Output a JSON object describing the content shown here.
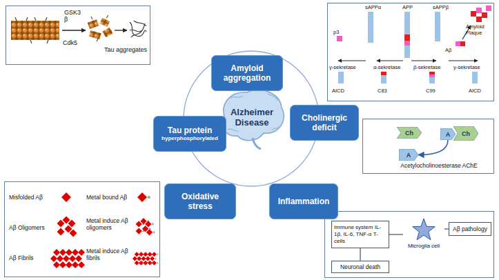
{
  "diagram": {
    "nodes": [
      {
        "text": [
          "GSK3 β",
          "Cdk5",
          "Tau aggregates"
        ]
      },
      {
        "text": [
          "Amyloid aggregation"
        ]
      },
      {
        "text": [
          "sAPPα",
          "APP",
          "sAPPβ",
          "Amyloid Plaque",
          "p3",
          "Aβ",
          "γ-sekretase",
          "α-sekretase",
          "β-sekretase",
          "γ-sekretase",
          "AICD",
          "C83",
          "C99",
          "AICD"
        ]
      },
      {
        "text": [
          "Tau protein",
          "hyperphosphorylated"
        ]
      },
      {
        "text": [
          "Alzheimer Disease"
        ]
      },
      {
        "text": [
          "Cholinergic deficit"
        ]
      },
      {
        "text": [
          "Acetylocholinoesterase AChE"
        ]
      },
      {
        "text": [
          "Ch"
        ],
        "in": 6
      },
      {
        "text": [
          "A"
        ],
        "in": 6
      },
      {
        "text": [
          "Ch"
        ],
        "in": 6
      },
      {
        "text": [
          "A"
        ],
        "in": 6
      },
      {
        "text": [
          "Oxidative stress"
        ]
      },
      {
        "text": [
          "Inflammation"
        ]
      },
      {
        "text": [
          "Misfolded Aβ",
          "Metal bound Aβ",
          "Aβ Oligomers",
          "Metal induce Aβ oligomers",
          "Aβ Fibrils",
          "Metal induce Aβ fibrils"
        ]
      },
      {
        "text": []
      },
      {
        "text": [
          "Immune system IL-1β, IL-6, TNF-α T-cells"
        ],
        "in": 14
      },
      {
        "text": [
          "Microglia cell"
        ],
        "in": 14
      },
      {
        "text": [
          "Aβ pathology"
        ],
        "in": 14
      },
      {
        "text": [
          "Neuronal death"
        ],
        "in": 14
      }
    ],
    "edges": [
      {
        "from": 15,
        "to": 16,
        "arrow": "none"
      },
      {
        "from": 16,
        "to": 17,
        "arrow": "none"
      },
      {
        "from": 15,
        "to": 18,
        "arrow": "none"
      },
      {
        "from": 8,
        "to": 10,
        "arrow": "to"
      }
    ]
  }
}
